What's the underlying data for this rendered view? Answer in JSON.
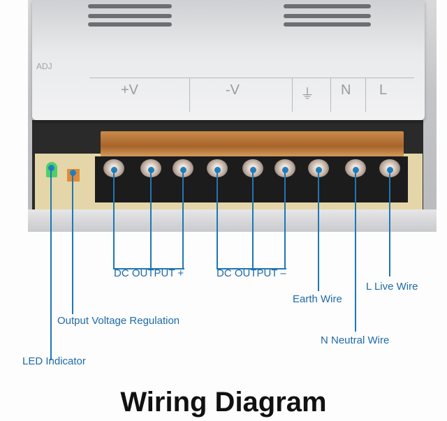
{
  "product_markings": {
    "adj": "ADJ",
    "plus_v": "+V",
    "minus_v": "-V",
    "earth_symbol": "⏚",
    "n": "N",
    "l": "L"
  },
  "callouts": {
    "dc_output_plus": "DC OUTPUT +",
    "dc_output_minus": "DC OUTPUT –",
    "earth": "Earth Wire",
    "live": "L Live Wire",
    "neutral": "N Neutral Wire",
    "voltage_regulation": "Output Voltage Regulation",
    "led": "LED Indicator"
  },
  "title": "Wiring Diagram",
  "colors": {
    "callout": "#1f77b4",
    "title": "#111111"
  }
}
